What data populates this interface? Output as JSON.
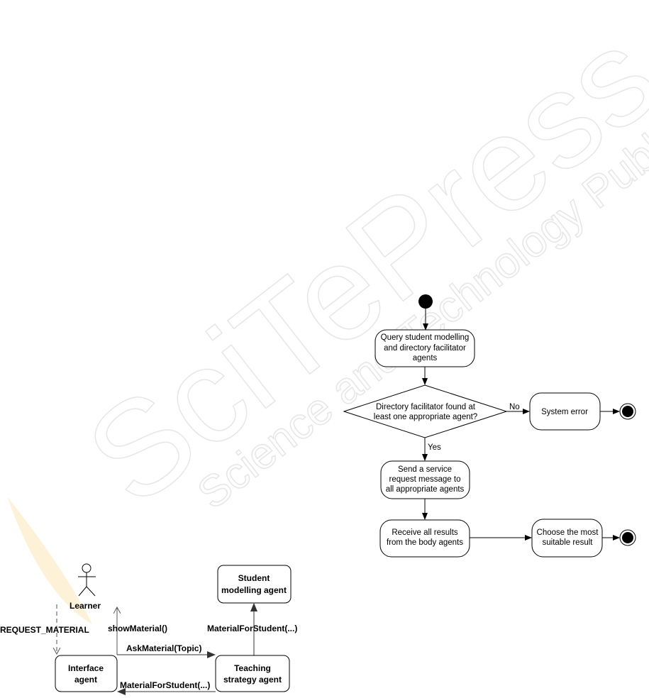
{
  "watermark": {
    "brand": "SciTePress",
    "subtitle": "Science and Technology Publications"
  },
  "agent_diagram": {
    "actor": "Learner",
    "nodes": {
      "interface": [
        "Interface",
        "agent"
      ],
      "teaching": [
        "Teaching",
        "strategy agent"
      ],
      "student": [
        "Student",
        "modelling agent"
      ]
    },
    "messages": {
      "request": "REQUEST_MATERIAL",
      "show": "showMaterial()",
      "ask": "AskMaterial(Topic)",
      "to_student": "MaterialForStudent(...)",
      "to_interface": "MaterialForStudent(...)"
    }
  },
  "activity_diagram": {
    "query": [
      "Query student modelling",
      "and directory facilitator",
      "agents"
    ],
    "decision": [
      "Directory facilitator found at",
      "least one appropriate agent?"
    ],
    "no_label": "No",
    "yes_label": "Yes",
    "error": "System error",
    "send": [
      "Send a service",
      "request message to",
      "all appropriate agents"
    ],
    "receive": [
      "Receive all results",
      "from the body agents"
    ],
    "choose": [
      "Choose the most",
      "suitable result"
    ]
  }
}
